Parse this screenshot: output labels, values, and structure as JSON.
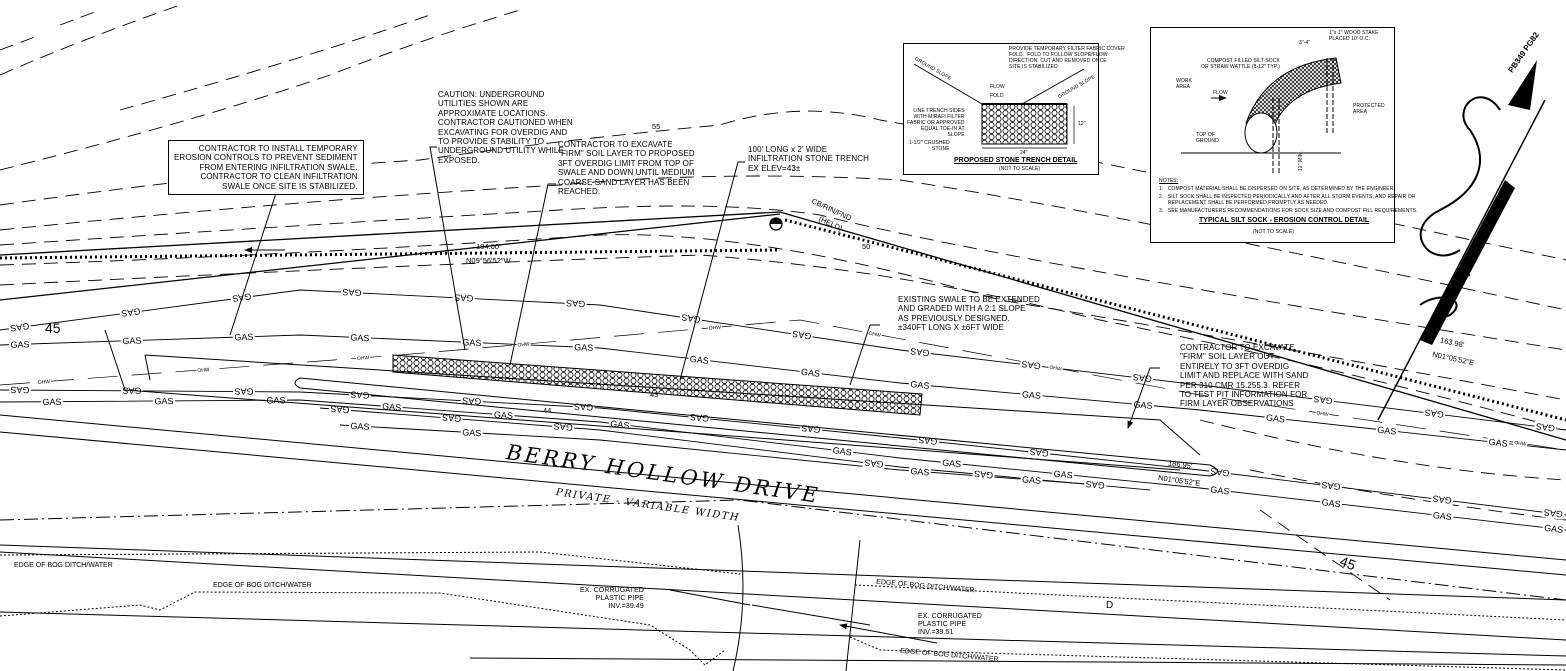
{
  "notes": {
    "erosion_controls": "CONTRACTOR TO INSTALL TEMPORARY\nEROSION CONTROLS TO PREVENT SEDIMENT\nFROM ENTERING INFILTRATION SWALE.\nCONTRACTOR TO CLEAN INFILTRATION\nSWALE ONCE SITE IS STABILIZED.",
    "caution": "CAUTION: UNDERGROUND\nUTILITIES SHOWN ARE\nAPPROXIMATE LOCATIONS.\nCONTRACTOR CAUTIONED WHEN\nEXCAVATING FOR OVERDIG AND\nTO PROVIDE STABILITY TO\nUNDERGROUND UTILITY WHILE\nEXPOSED.",
    "excavate_firm": "CONTRACTOR TO EXCAVATE\n\"FIRM\" SOIL LAYER TO PROPOSED\n3FT OVERDIG LIMIT FROM TOP OF\nSWALE AND DOWN UNTIL MEDIUM\nCOARSE SAND LAYER HAS BEEN\nREACHED.",
    "infiltration_trench": "100' LONG x 2' WIDE\nINFILTRATION STONE TRENCH\nEX ELEV=43±",
    "existing_swale": "EXISTING SWALE TO BE EXTENDED\nAND GRADED WITH A 2:1 SLOPE\nAS PREVIOUSLY DESIGNED.\n±340FT LONG X ±6FT WIDE",
    "excavate_entire": "CONTRACTOR TO EXCAVATE\n\"FIRM\" SOIL LAYER OUT\nENTIRELY TO 3FT OVERDIG\nLIMIT AND REPLACE WITH SAND\nPER 310 CMR 15.255.3. REFER\nTO TEST PIT INFORMATION FOR\nFIRM LAYER OBSERVATIONS"
  },
  "survey": {
    "cb_rin": "CB/RIN/FND",
    "held": "(HELD)",
    "dist_184": "184.00'",
    "bearing_n09": "N09°56'52\"W",
    "dist_163": "163.98'",
    "bearing_n01_top": "N01°05'52\"E",
    "dist_186": "186.95'",
    "bearing_n01_bottom": "N01°05'52\"E"
  },
  "contours": {
    "c55": "55",
    "c50": "50",
    "c45_left": "45",
    "c45_right": "45",
    "c44": "44",
    "c43": "43"
  },
  "labels": {
    "gas": "GAS",
    "ohw": "OHW",
    "s": "S",
    "d": "D"
  },
  "road": {
    "name": "BERRY HOLLOW DRIVE",
    "subtitle": "PRIVATE - VARIABLE WIDTH"
  },
  "ditch": {
    "edge1": "EDGE OF BOG DITCH/WATER",
    "edge2": "EDGE OF BOG DITCH/WATER",
    "edge3": "EDGE OF BOG DITCH/WATER",
    "edge4": "EDGE OF BOG DITCH/WATER",
    "pipe_left": "EX. CORRUGATED\nPLASTIC PIPE\nINV.=39.49",
    "pipe_right": "EX. CORRUGATED\nPLASTIC PIPE\nINV.=39.51"
  },
  "stone_trench_detail": {
    "cover_note": "PROVIDE TEMPORARY FILTER FABRIC COVER\nFOLD.  FOLD TO FOLLOW SLOPE/FLOW\nDIRECTION. CUT AND REMOVED ONCE\nSITE IS STABILIZED",
    "ground_slope_left": "GROUND SLOPE",
    "ground_slope_right": "GROUND SLOPE",
    "flow": "FLOW",
    "fold": "FOLD",
    "line_trench": "LINE TRENCH SIDES\nWITH MIRAFI FILTER\nFABRIC OR APPROVED\nEQUAL TOE-IN AT\nSLOPE",
    "crushed_stone": "1-1/2\" CRUSHED\nSTONE",
    "depth": "12\"",
    "width": "24\"",
    "title": "PROPOSED STONE TRENCH DETAIL",
    "subtitle": "(NOT TO SCALE)"
  },
  "silt_sock_detail": {
    "stake": "1\"x 1\" WOOD STAKE\nPLACED 10' O.C.",
    "sock": "COMPOST FILLED SILT SOCK\nOR STRAW WATTLE (8-12\" TYP.)",
    "stake_height": "3\"-4\"",
    "work_area": "WORK\nAREA",
    "flow": "FLOW",
    "protected_area": "PROTECTED\nAREA",
    "top_of_ground": "TOP OF\nGROUND",
    "min_depth": "12\" MIN.",
    "notes_heading": "NOTES:",
    "notes": [
      "1.   COMPOST MATERIAL SHALL BE DISPERSED ON SITE, AS DETERMINED BY THE ENGINEER.",
      "2.   SILT SOCK SHALL BE INSPECTED PERIODICALLY AND AFTER ALL STORM EVENTS, AND REPAIR OR\n      REPLACEMENT SHALL BE PERFORMED PROMPTLY AS NEEDED.",
      "3.   SEE MANUFACTURERS RECOMMENDATIONS FOR SOCK SIZE AND COMPOST FILL REQUIREMENTS."
    ],
    "title": "TYPICAL SILT SOCK - EROSION CONTROL DETAIL",
    "subtitle": "(NOT TO SCALE)"
  },
  "north_arrow": {
    "reference": "PB349 PG82"
  }
}
